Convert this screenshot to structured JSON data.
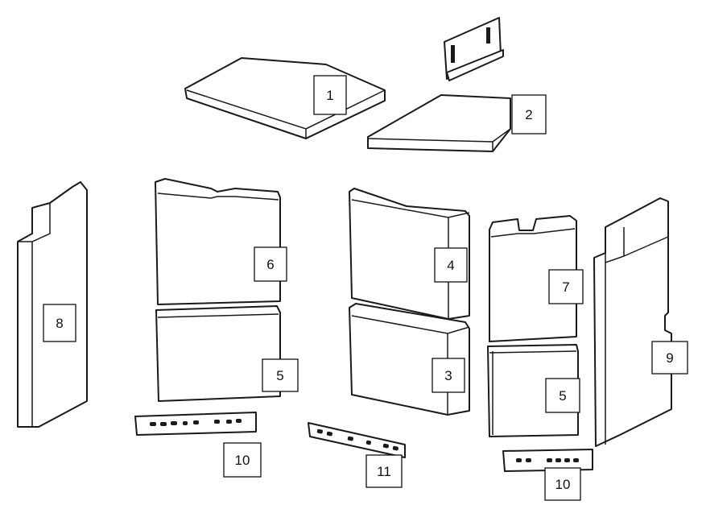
{
  "highlight_color": "#ee0000",
  "labels": {
    "p1": "1",
    "p2": "2",
    "p3": "3",
    "p4": "4",
    "p5a": "5",
    "p5b": "5",
    "p6": "6",
    "p7": "7",
    "p8": "8",
    "p9": "9",
    "p10a": "10",
    "p10b": "10",
    "p11": "11"
  }
}
